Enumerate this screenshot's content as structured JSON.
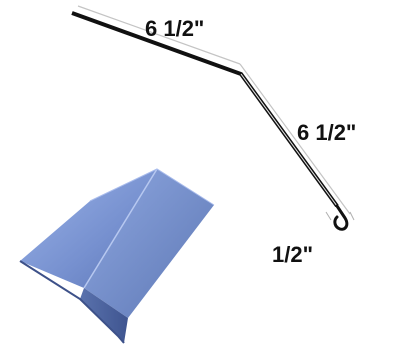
{
  "diagram": {
    "dimensions": {
      "top_segment": "6 1/2\"",
      "angled_segment": "6 1/2\"",
      "hem": "1/2\""
    },
    "colors": {
      "profile_line": "#111111",
      "dimension_line": "#bbbbbb",
      "metal_light": "#8aa4de",
      "metal_mid": "#6f89c6",
      "metal_dark": "#4f66a2"
    }
  }
}
